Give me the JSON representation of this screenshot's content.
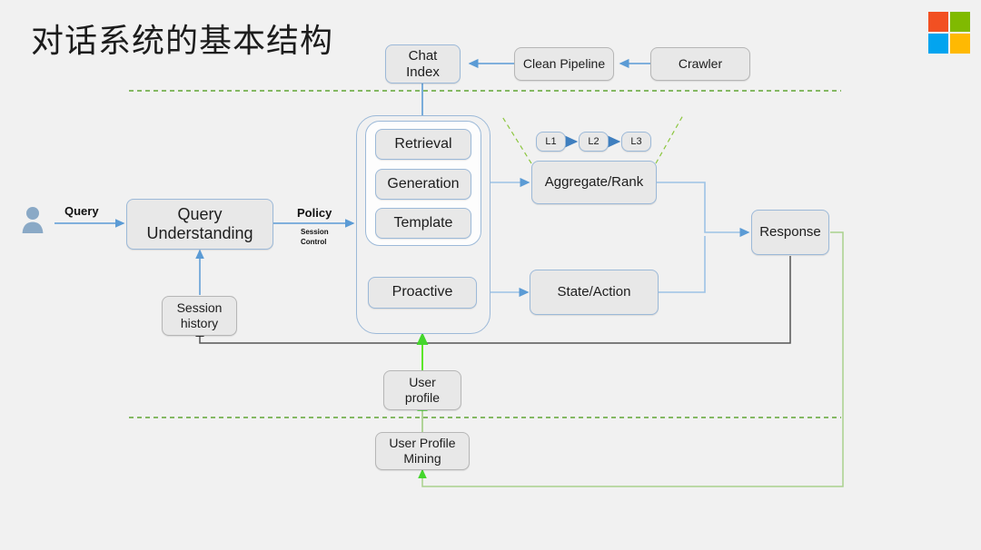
{
  "slide": {
    "title": "对话系统的基本结构",
    "background": "#f1f1f1"
  },
  "logo": {
    "name": "microsoft-logo",
    "squares": [
      {
        "name": "orange",
        "color": "#f25022"
      },
      {
        "name": "green",
        "color": "#80ba01"
      },
      {
        "name": "blue",
        "color": "#02a4ef"
      },
      {
        "name": "yellow",
        "color": "#ffb902"
      }
    ]
  },
  "nodes": {
    "chat_index": "Chat\nIndex",
    "chat_index_l1": "Chat",
    "chat_index_l2": "Index",
    "clean_pipeline": "Clean Pipeline",
    "crawler": "Crawler",
    "retrieval": "Retrieval",
    "generation": "Generation",
    "template": "Template",
    "proactive": "Proactive",
    "query_understanding_l1": "Query",
    "query_understanding_l2": "Understanding",
    "session_history_l1": "Session",
    "session_history_l2": "history",
    "aggregate_rank": "Aggregate/Rank",
    "state_action": "State/Action",
    "response": "Response",
    "user_profile_l1": "User",
    "user_profile_l2": "profile",
    "user_profile_mining_l1": "User Profile",
    "user_profile_mining_l2": "Mining",
    "l1": "L1",
    "l2": "L2",
    "l3": "L3"
  },
  "edge_labels": {
    "query": "Query",
    "policy": "Policy",
    "session_control_l1": "Session",
    "session_control_l2": "Control"
  },
  "colors": {
    "box_fill": "#e8e8e8",
    "box_border": "#9cb9d8",
    "arrow_blue": "#5b9bd5",
    "arrow_green": "#92d050",
    "arrow_black": "#404040",
    "dashed_green": "#61a534",
    "person": "#8aa9c6"
  }
}
